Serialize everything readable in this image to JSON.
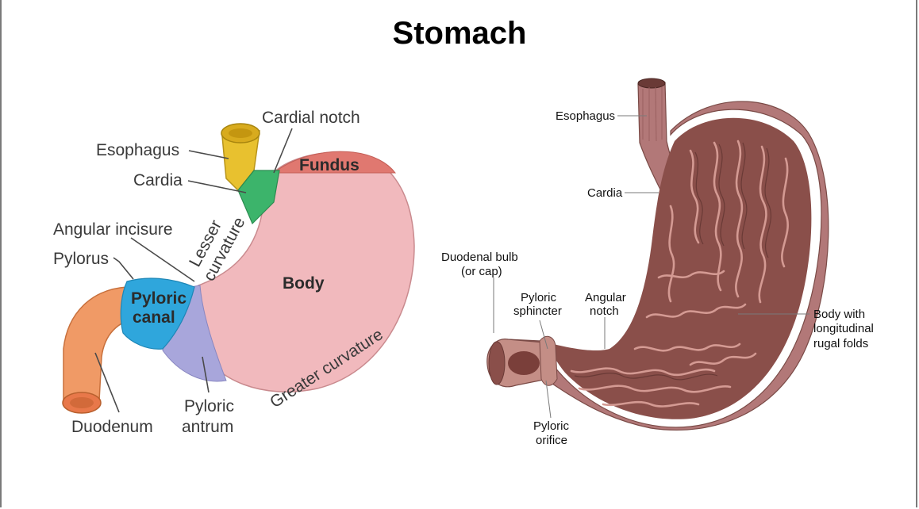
{
  "title": "Stomach",
  "left_diagram": {
    "labels": {
      "cardial_notch": "Cardial notch",
      "esophagus": "Esophagus",
      "fundus": "Fundus",
      "cardia": "Cardia",
      "angular_incisure": "Angular incisure",
      "pylorus": "Pylorus",
      "lesser_curvature_1": "Lesser",
      "lesser_curvature_2": "curvature",
      "body": "Body",
      "pyloric_canal_1": "Pyloric",
      "pyloric_canal_2": "canal",
      "greater_curvature": "Greater curvature",
      "pyloric_antrum_1": "Pyloric",
      "pyloric_antrum_2": "antrum",
      "duodenum": "Duodenum"
    },
    "colors": {
      "body": "#f1b9bd",
      "fundus": "#e07870",
      "esophagus": "#e8c12f",
      "cardia": "#3cb46b",
      "pyloric_canal": "#2fa6dc",
      "pyloric_antrum": "#a8a6db",
      "duodenum": "#f09a66"
    }
  },
  "right_diagram": {
    "labels": {
      "esophagus": "Esophagus",
      "cardia": "Cardia",
      "duodenal_bulb_1": "Duodenal bulb",
      "duodenal_bulb_2": "(or cap)",
      "pyloric_sphincter_1": "Pyloric",
      "pyloric_sphincter_2": "sphincter",
      "angular_notch_1": "Angular",
      "angular_notch_2": "notch",
      "body_1": "Body with",
      "body_2": "longitudinal",
      "body_3": "rugal folds",
      "pyloric_orifice_1": "Pyloric",
      "pyloric_orifice_2": "orifice"
    },
    "colors": {
      "wall": "#b27878",
      "interior": "#8a4f4a",
      "folds": "#d49a93"
    }
  }
}
